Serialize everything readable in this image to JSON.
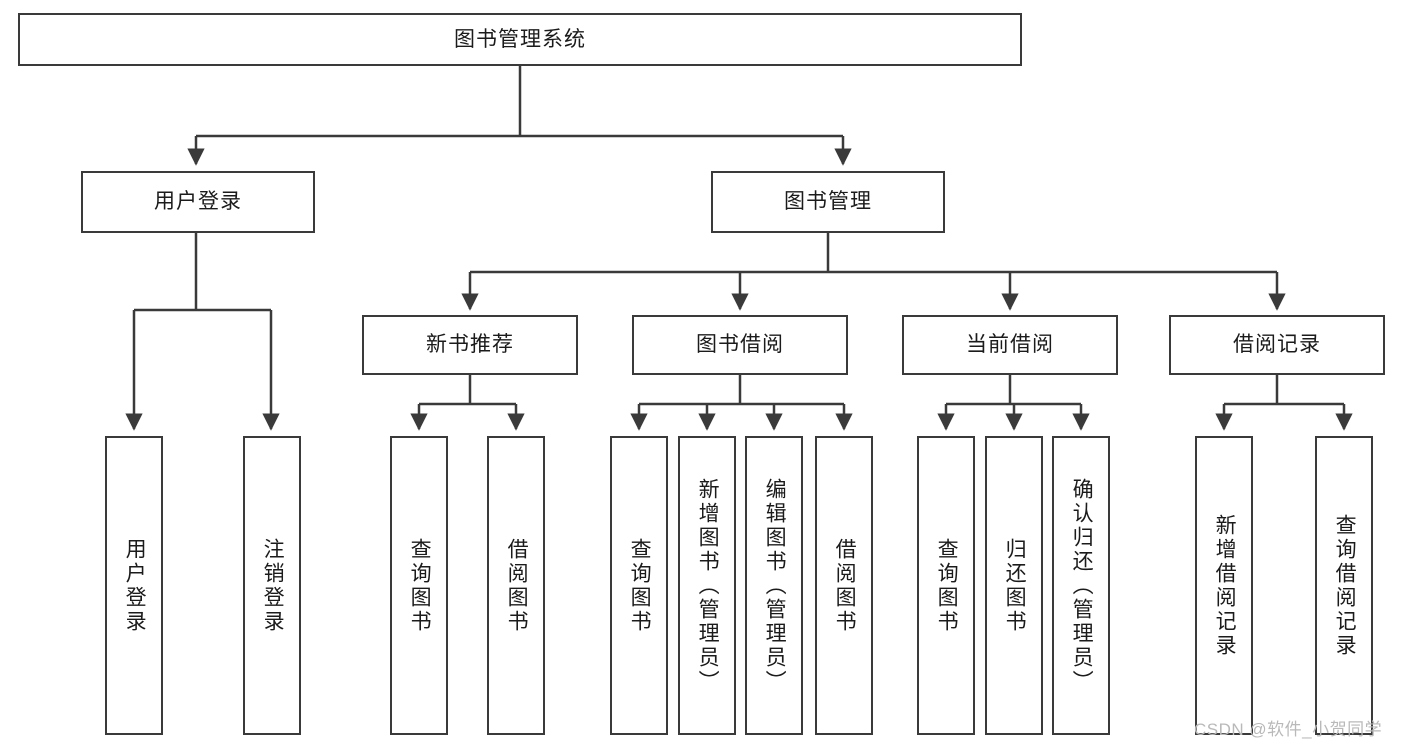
{
  "diagram": {
    "title_node": {
      "label": "图书管理系统"
    },
    "level2": [
      {
        "id": "user-login",
        "label": "用户登录"
      },
      {
        "id": "book-management",
        "label": "图书管理"
      }
    ],
    "level3": [
      {
        "id": "new-book-recommend",
        "label": "新书推荐"
      },
      {
        "id": "book-borrow",
        "label": "图书借阅"
      },
      {
        "id": "current-borrow",
        "label": "当前借阅"
      },
      {
        "id": "borrow-record",
        "label": "借阅记录"
      }
    ],
    "leaves": [
      {
        "id": "leaf-user-login",
        "label": "用户登录",
        "parent": "user-login"
      },
      {
        "id": "leaf-logout",
        "label": "注销登录",
        "parent": "user-login"
      },
      {
        "id": "leaf-query-book-1",
        "label": "查询图书",
        "parent": "new-book-recommend"
      },
      {
        "id": "leaf-borrow-book-1",
        "label": "借阅图书",
        "parent": "new-book-recommend"
      },
      {
        "id": "leaf-query-book-2",
        "label": "查询图书",
        "parent": "book-borrow"
      },
      {
        "id": "leaf-add-book",
        "label": "新增图书（管理员）",
        "parent": "book-borrow"
      },
      {
        "id": "leaf-edit-book",
        "label": "编辑图书（管理员）",
        "parent": "book-borrow"
      },
      {
        "id": "leaf-borrow-book-2",
        "label": "借阅图书",
        "parent": "book-borrow"
      },
      {
        "id": "leaf-query-book-3",
        "label": "查询图书",
        "parent": "current-borrow"
      },
      {
        "id": "leaf-return-book",
        "label": "归还图书",
        "parent": "current-borrow"
      },
      {
        "id": "leaf-confirm-return",
        "label": "确认归还（管理员）",
        "parent": "current-borrow"
      },
      {
        "id": "leaf-add-record",
        "label": "新增借阅记录",
        "parent": "borrow-record"
      },
      {
        "id": "leaf-query-record",
        "label": "查询借阅记录",
        "parent": "borrow-record"
      }
    ],
    "watermark": "CSDN @软件_小贺同学",
    "colors": {
      "stroke": "#3a3a3a",
      "text": "#1b1b1b",
      "background": "#ffffff",
      "watermark": "#b9b9b9"
    }
  }
}
